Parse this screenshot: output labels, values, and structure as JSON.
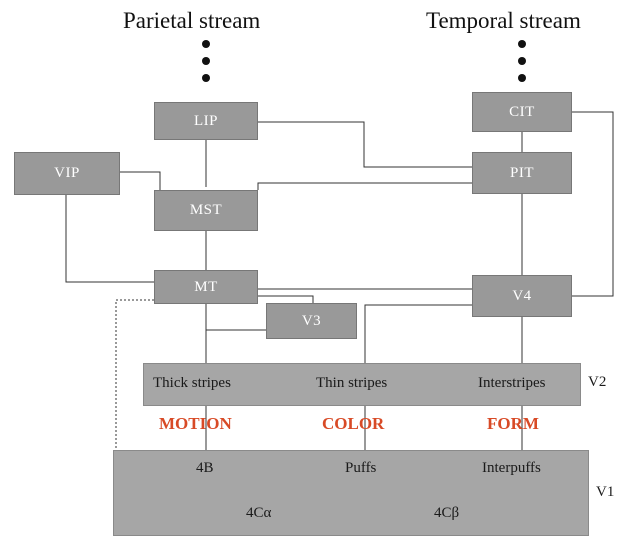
{
  "streams": {
    "parietal": "Parietal stream",
    "temporal": "Temporal stream"
  },
  "areas": {
    "lip": "LIP",
    "vip": "VIP",
    "mst": "MST",
    "mt": "MT",
    "v3": "V3",
    "cit": "CIT",
    "pit": "PIT",
    "v4": "V4"
  },
  "v2": {
    "label": "V2",
    "thick": "Thick stripes",
    "thin": "Thin stripes",
    "inter": "Interstripes"
  },
  "features": {
    "motion": "MOTION",
    "color": "COLOR",
    "form": "FORM"
  },
  "v1": {
    "label": "V1",
    "layer_4b": "4B",
    "puffs": "Puffs",
    "interpuffs": "Interpuffs",
    "layer_4ca": "4Cα",
    "layer_4cb": "4Cβ"
  },
  "colors": {
    "node": "#999999",
    "band": "#a6a6a6",
    "line": "#333333",
    "feature": "#d84a26"
  }
}
